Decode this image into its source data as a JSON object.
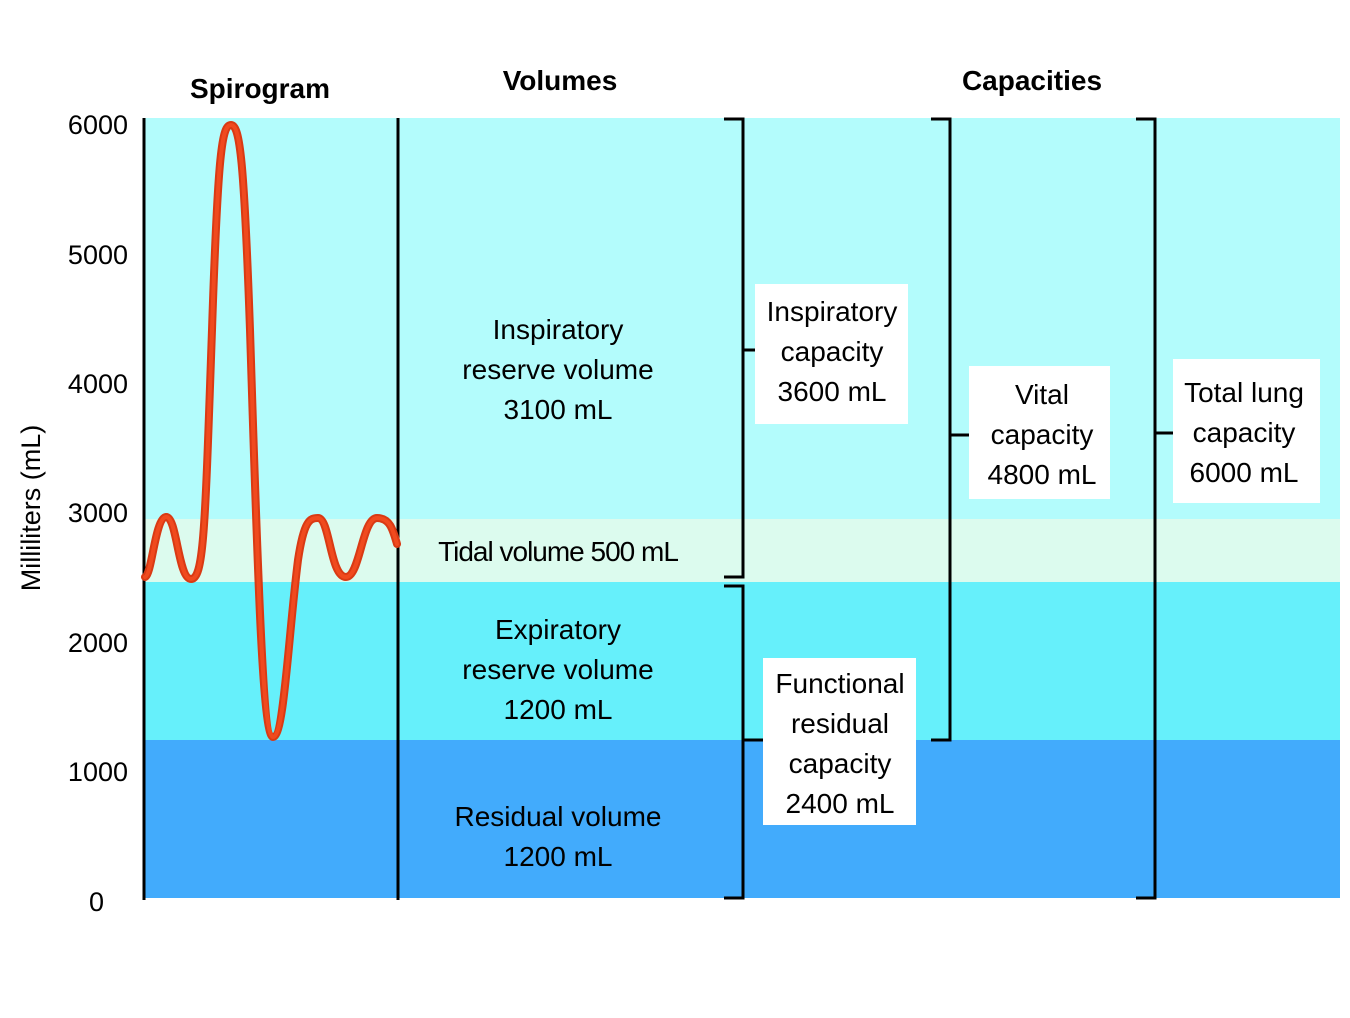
{
  "headers": {
    "spirogram": "Spirogram",
    "volumes": "Volumes",
    "capacities": "Capacities"
  },
  "y_axis": {
    "label": "Milliliters (mL)",
    "ticks": [
      "6000",
      "5000",
      "4000",
      "3000",
      "2000",
      "1000",
      "0"
    ]
  },
  "volumes": {
    "irv": {
      "line1": "Inspiratory",
      "line2": "reserve volume",
      "line3": "3100 mL"
    },
    "tidal": {
      "line1": "Tidal volume 500 mL"
    },
    "erv": {
      "line1": "Expiratory",
      "line2": "reserve volume",
      "line3": "1200 mL"
    },
    "residual": {
      "line1": "Residual volume",
      "line2": "1200 mL"
    }
  },
  "capacities": {
    "inspiratory": {
      "line1": "Inspiratory",
      "line2": "capacity",
      "line3": "3600 mL"
    },
    "frc": {
      "line1": "Functional",
      "line2": "residual",
      "line3": "capacity",
      "line4": "2400 mL"
    },
    "vital": {
      "line1": "Vital",
      "line2": "capacity",
      "line3": "4800 mL"
    },
    "total": {
      "line1": "Total lung",
      "line2": "capacity",
      "line3": "6000 mL"
    }
  },
  "colors": {
    "irv": "#b3fcfc",
    "tidal": "#dcfbee",
    "erv": "#66f0fb",
    "residual": "#42abfc",
    "trace": "#f04a1e",
    "trace_outline": "#d93a14"
  }
}
